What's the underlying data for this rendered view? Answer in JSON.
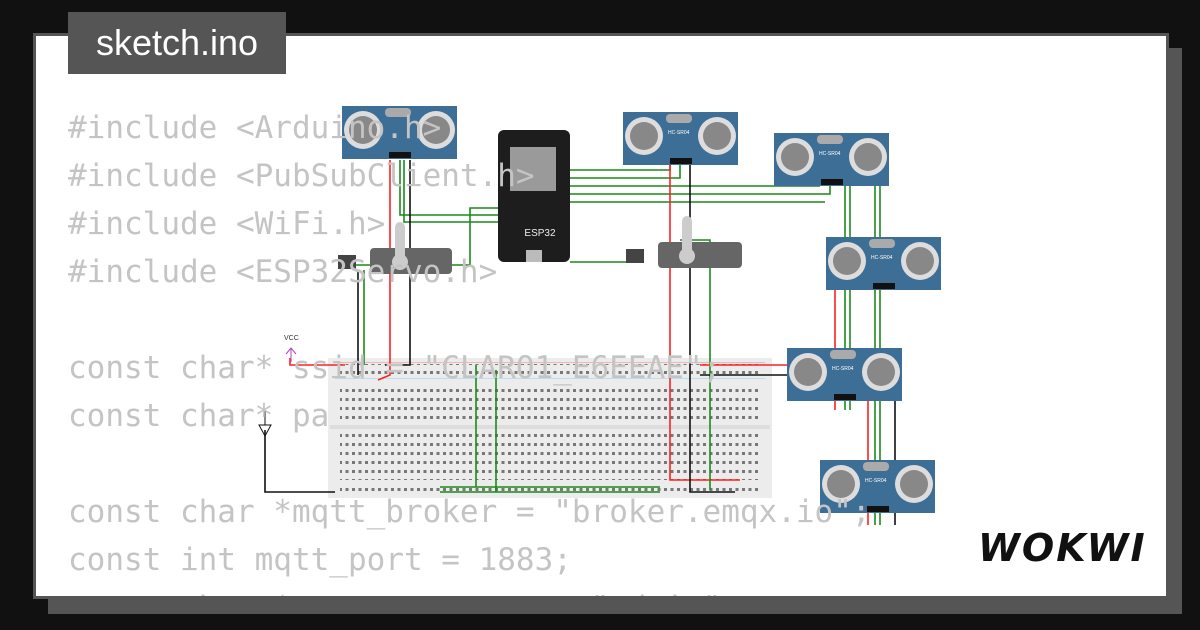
{
  "file_tab": {
    "title": "sketch.ino"
  },
  "code_lines": [
    "#include <Arduino.h>",
    "#include <PubSubClient.h>",
    "#include <WiFi.h>",
    "#include <ESP32Servo.h>",
    "",
    "const char* ssid = \"CLARO1_E6EEAE\";",
    "const char* pa",
    "",
    "const char *mqtt_broker = \"broker.emqx.io\";",
    "const int mqtt_port = 1883;",
    "const char *mqtt_username = \"admin\";"
  ],
  "circuit": {
    "mcu_label": "ESP32",
    "sensor_label": "HC-SR04",
    "vcc_label": "VCC",
    "colors": {
      "sensor": "#3d6e96",
      "board": "#1d1d1d",
      "wire_red": "#ff2020",
      "wire_green": "#1a8a1a",
      "wire_black": "#111111",
      "vcc": "#b040c0"
    }
  },
  "branding": {
    "logo": "WOKWI"
  }
}
